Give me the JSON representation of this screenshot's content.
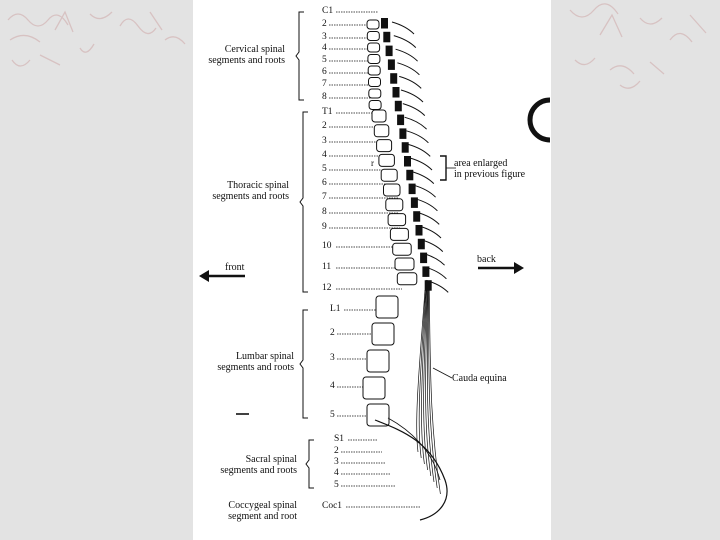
{
  "regions": {
    "cervical": "Cervical spinal\nsegments and roots",
    "thoracic": "Thoracic spinal\nsegments and roots",
    "lumbar": "Lumbar spinal\nsegments and roots",
    "sacral": "Sacral spinal\nsegments and roots",
    "coccygeal": "Coccygeal spinal\nsegment and root"
  },
  "segments": {
    "cervical": [
      "C1",
      "2",
      "3",
      "4",
      "5",
      "6",
      "7",
      "8"
    ],
    "thoracic": [
      "T1",
      "2",
      "3",
      "4",
      "5",
      "6",
      "7",
      "8",
      "9",
      "10",
      "11",
      "12"
    ],
    "lumbar": [
      "L1",
      "2",
      "3",
      "4",
      "5"
    ],
    "sacral": [
      "S1",
      "2",
      "3",
      "4",
      "5"
    ],
    "coccygeal": [
      "Coc1"
    ]
  },
  "annotations": {
    "enlarged": "area enlarged\nin previous figure",
    "cauda": "Cauda equina",
    "front": "front",
    "back": "back",
    "cord_letter": "r"
  },
  "colors": {
    "background": "#e3e3e3",
    "panel": "#ffffff",
    "ink": "#111111",
    "sketch": "#c9a0a0"
  }
}
